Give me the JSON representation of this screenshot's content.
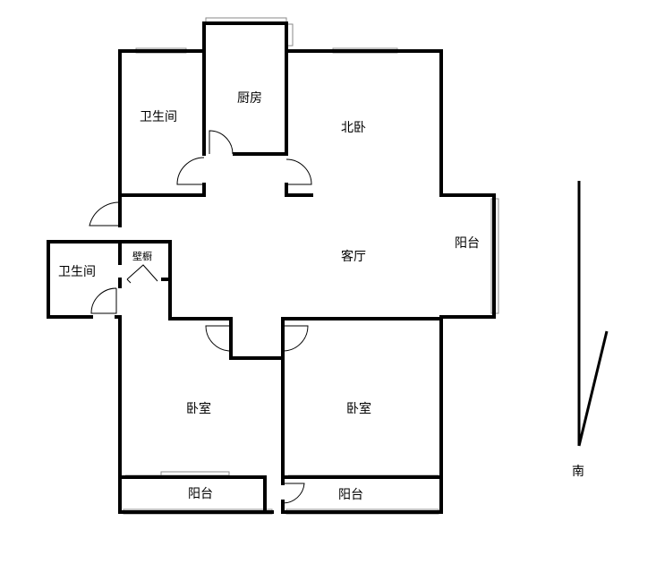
{
  "rooms": {
    "bathroom_top": "卫生间",
    "kitchen": "厨房",
    "north_bedroom": "北卧",
    "living_room": "客厅",
    "balcony_east": "阳台",
    "bathroom_left": "卫生间",
    "closet": "壁橱",
    "bedroom_sw": "卧室",
    "bedroom_se": "卧室",
    "balcony_sw": "阳台",
    "balcony_se": "阳台"
  },
  "compass": {
    "label": "南"
  }
}
